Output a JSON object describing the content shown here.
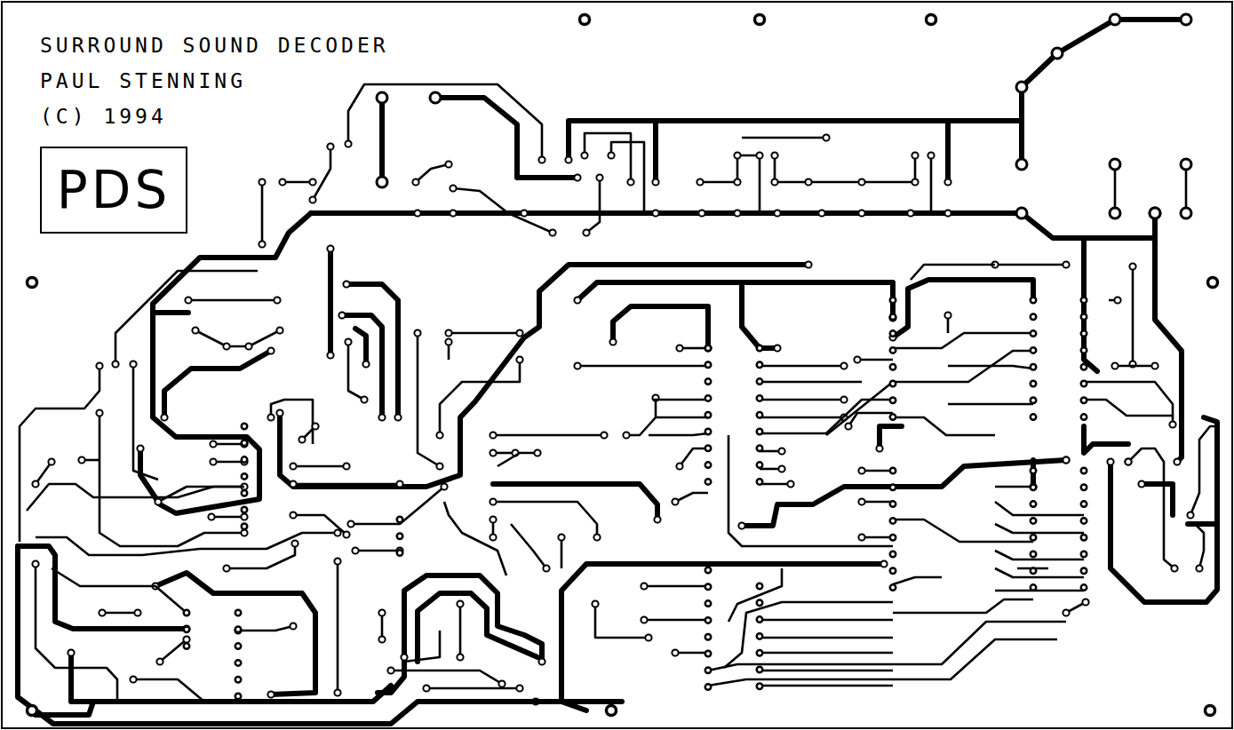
{
  "diagram": {
    "title": "SURROUND SOUND DECODER",
    "nodes": [
      {
        "text": [
          "PDS"
        ]
      }
    ],
    "labels": [
      "PAUL STENNING",
      "(C) 1994"
    ]
  }
}
